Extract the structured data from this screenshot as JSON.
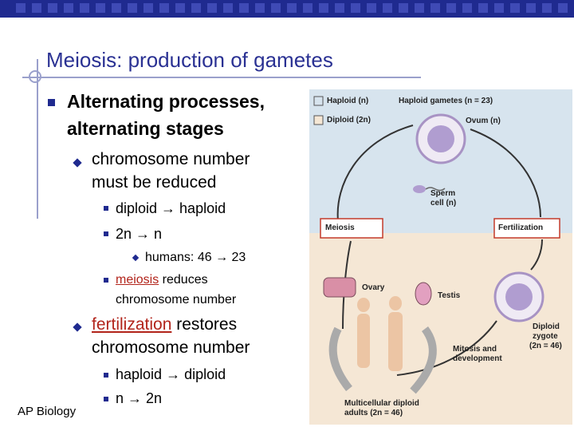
{
  "slide": {
    "title": "Meiosis: production of gametes",
    "footer": "AP Biology"
  },
  "bullets": {
    "b1": "Alternating processes,",
    "b1b": "alternating stages",
    "b2": "chromosome number",
    "b2b": "must be reduced",
    "b3": "diploid ",
    "b3arrow": "→",
    "b3tail": " haploid",
    "b4": "2n ",
    "b4arrow": "→",
    "b4tail": " n",
    "b5": "humans: 46 ",
    "b5arrow": "→",
    "b5tail": " 23",
    "b6red": "meiosis",
    "b6": " reduces",
    "b6b": "chromosome number",
    "b7red": "fertilization",
    "b7": " restores",
    "b7b": "chromosome number",
    "b8": "haploid ",
    "b8arrow": "→",
    "b8tail": " diploid",
    "b9": "n ",
    "b9arrow": "→",
    "b9tail": " 2n"
  },
  "figure": {
    "legend_haploid": "Haploid (n)",
    "legend_diploid": "Diploid (2n)",
    "haploid_gametes": "Haploid gametes (n = 23)",
    "ovum": "Ovum (n)",
    "sperm": "Sperm",
    "sperm2": "cell (n)",
    "meiosis": "Meiosis",
    "fertilization": "Fertilization",
    "ovary": "Ovary",
    "testis": "Testis",
    "zygote": "Diploid",
    "zygote2": "zygote",
    "zygote3": "(2n = 46)",
    "mitosis": "Mitosis and",
    "mitosis2": "development",
    "adults": "Multicellular diploid",
    "adults2": "adults (2n = 46)",
    "colors": {
      "haploid_bg": "#d7e4ee",
      "diploid_bg": "#f5e7d5",
      "label_border": "#c43a2a"
    }
  }
}
